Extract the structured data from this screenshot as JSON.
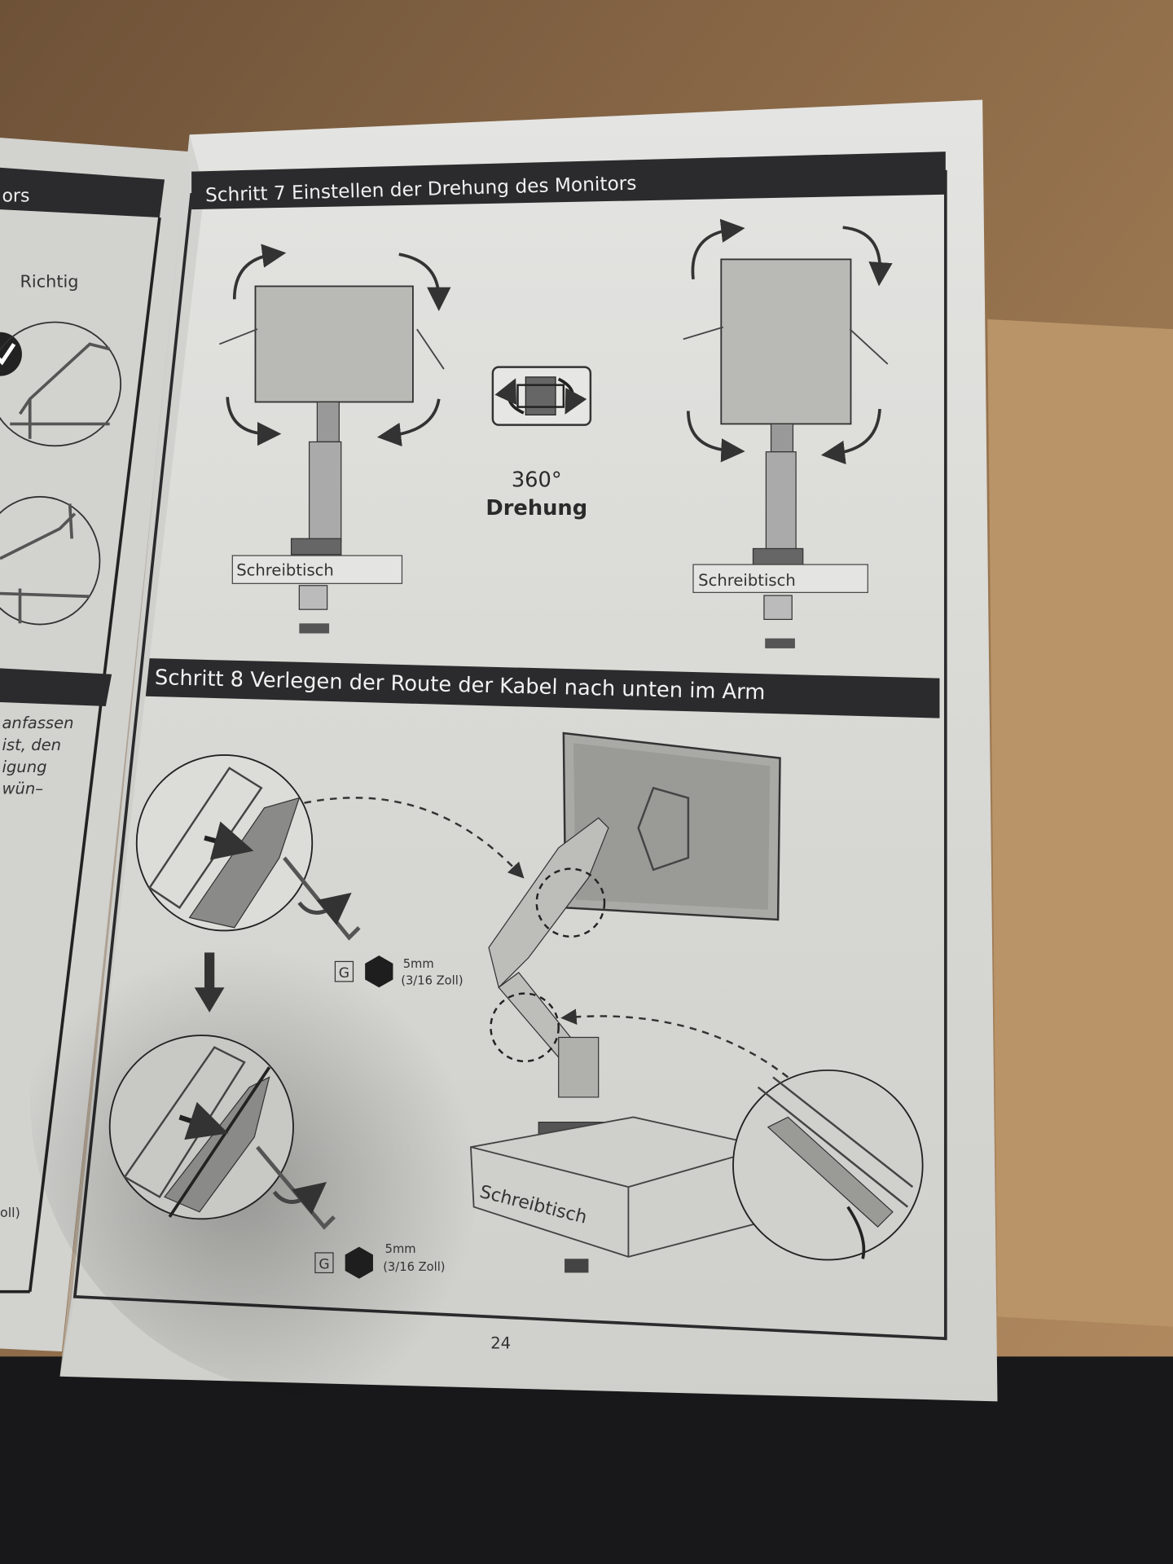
{
  "left_page": {
    "header_fragment": "ors",
    "label_correct": "Richtig",
    "text_lines": [
      "anfassen",
      "ist, den",
      "igung",
      "wün–"
    ],
    "bottom_fragment": "oll)"
  },
  "step7": {
    "title": "Schritt 7 Einstellen der Drehung des Monitors",
    "rotation_value": "360°",
    "rotation_label": "Drehung",
    "desk_label_left": "Schreibtisch",
    "desk_label_right": "Schreibtisch"
  },
  "step8": {
    "title": "Schritt 8 Verlegen der Route der Kabel nach unten im Arm",
    "tool_letter_1": "G",
    "tool_size_1": "5mm",
    "tool_size_imperial_1": "(3/16 Zoll)",
    "tool_letter_2": "G",
    "tool_size_2": "5mm",
    "tool_size_imperial_2": "(3/16 Zoll)",
    "desk_label": "Schreibtisch"
  },
  "page_number": "24",
  "colors": {
    "cardboard": "#8c6a48",
    "paper": "#d9d9d6",
    "header_bar": "#2b2b2d",
    "ink": "#333333"
  }
}
